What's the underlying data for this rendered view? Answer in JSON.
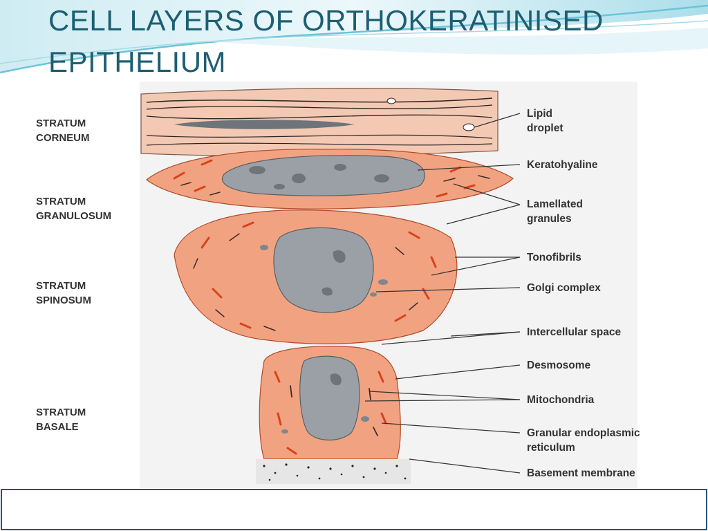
{
  "slide": {
    "title_line_1": "CELL LAYERS OF ORTHOKERATINISED",
    "title_line_2": "EPITHELIUM",
    "title_color": "#1d5f72",
    "accent_color": "#6cc3d8",
    "caption_border_color": "#23557a"
  },
  "diagram": {
    "layers": [
      {
        "line_1": "STRATUM",
        "line_2": "CORNEUM"
      },
      {
        "line_1": "STRATUM",
        "line_2": "GRANULOSUM"
      },
      {
        "line_1": "STRATUM",
        "line_2": "SPINOSUM"
      },
      {
        "line_1": "STRATUM",
        "line_2": "BASALE"
      }
    ],
    "callouts": {
      "lipid_droplet": [
        "Lipid",
        "droplet"
      ],
      "keratohyaline": "Keratohyaline",
      "lamellated_granules": [
        "Lamellated",
        "granules"
      ],
      "tonofibrils": "Tonofibrils",
      "golgi_complex": "Golgi complex",
      "intercellular_space": "Intercellular space",
      "desmosome": "Desmosome",
      "mitochondria": "Mitochondria",
      "granular_er": [
        "Granular endoplasmic",
        "reticulum"
      ],
      "basement_membrane": "Basement membrane"
    },
    "colors": {
      "cytoplasm": "#f1a381",
      "corneum": "#f4c9b4",
      "nucleus": "#9aa0a6",
      "chromatin": "#6e7479",
      "fibril_red": "#d9421c",
      "fibril_dark": "#3d2b26",
      "label_text": "#333333"
    }
  }
}
